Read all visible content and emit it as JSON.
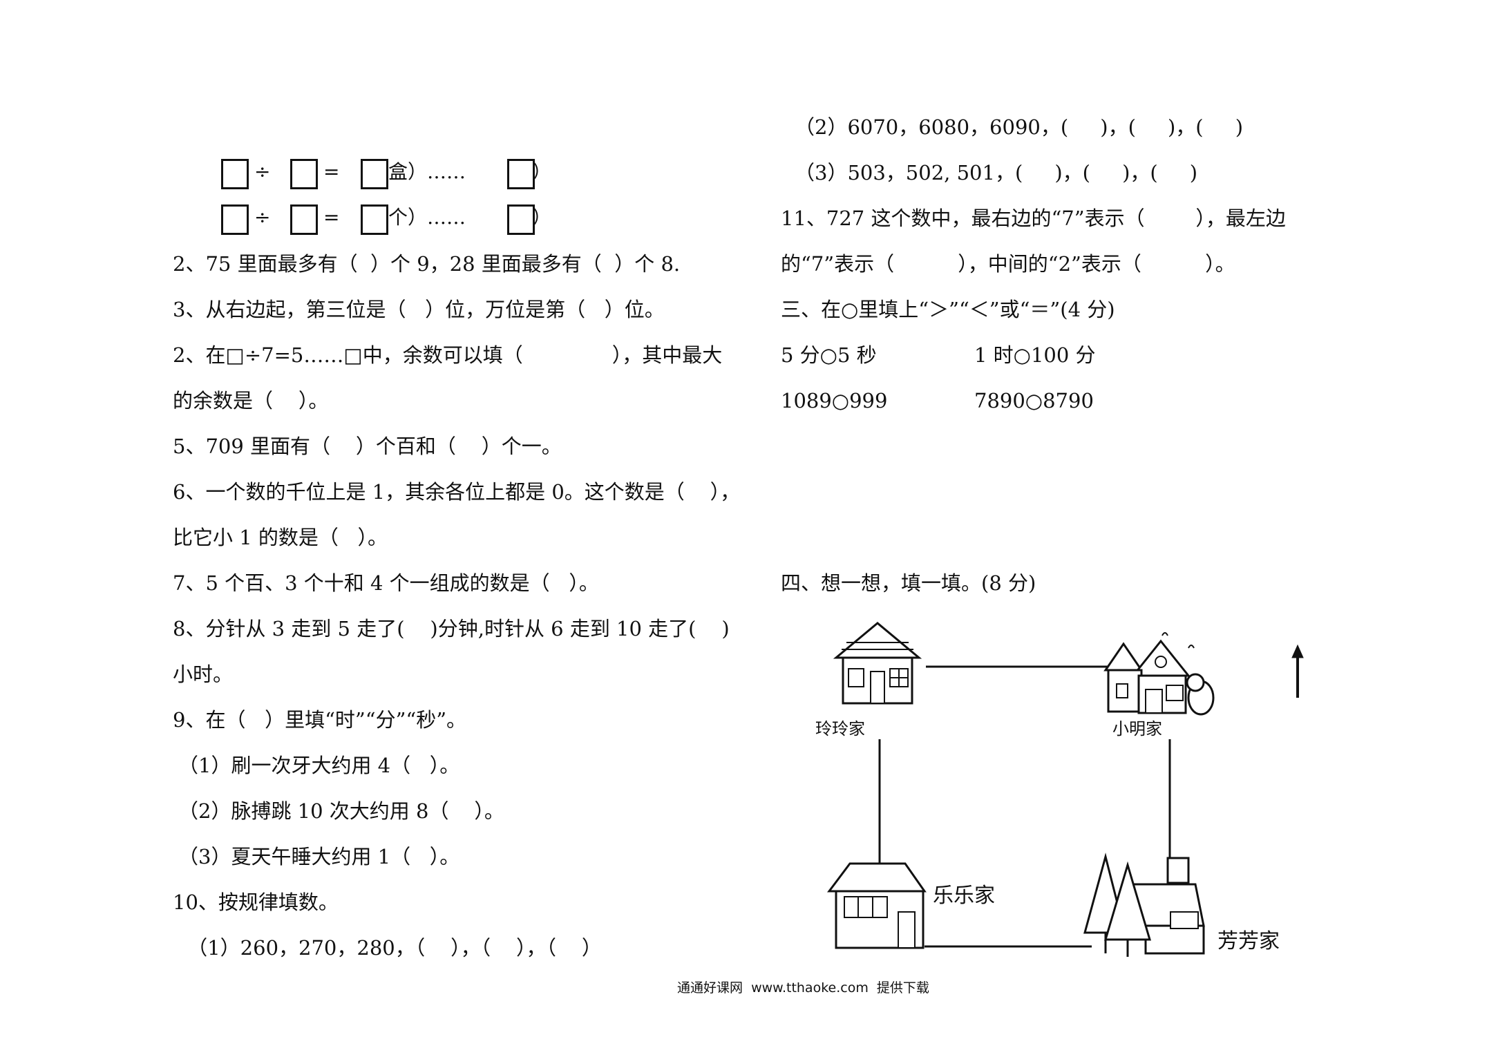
{
  "left": {
    "div_row1": {
      "op_div": "÷",
      "op_eq": "=",
      "unit": "盒）……",
      "tail": "）"
    },
    "div_row2": {
      "op_div": "÷",
      "op_eq": "=",
      "unit": "个）……",
      "tail": "）"
    },
    "lines": [
      "2、75 里面最多有（  ）个 9，28 里面最多有（  ）个 8.",
      "3、从右边起，第三位是（   ）位，万位是第（   ）位。",
      "2、在□÷7=5……□中，余数可以填（              ），其中最大",
      "的余数是（    ）。",
      "5、709 里面有（    ）个百和（    ）个一。",
      "6、一个数的千位上是 1，其余各位上都是 0。这个数是（    ），",
      "比它小 1 的数是（   ）。",
      "7、5 个百、3 个十和 4 个一组成的数是（   ）。",
      "8、分针从 3 走到 5 走了(    )分钟,时针从 6 走到 10 走了(    )",
      "小时。",
      "9、在（   ）里填“时”“分”“秒”。",
      "（1）刷一次牙大约用 4（   ）。",
      "（2）脉搏跳 10 次大约用 8（    ）。",
      "（3）夏天午睡大约用 1（   ）。",
      "10、按规律填数。",
      " （1）260，270，280，（    ），（    ），（    ）"
    ]
  },
  "right": {
    "lines": [
      "（2）6070，6080，6090，(     )，(     )，(     )",
      "（3）503，502, 501，(     )，(     )，(     )",
      "11、727 这个数中，最右边的“7”表示（        ），最左边",
      "的“7”表示（          ），中间的“2”表示（          ）。",
      "三、在○里填上“＞”“＜”或“＝”(4 分)"
    ],
    "compare": [
      "5 分○5 秒",
      "1 时○100 分",
      "1089○999",
      "7890○8790"
    ],
    "section4_title": "四、想一想，填一填。(8 分)"
  },
  "map": {
    "labels": {
      "lingling": "玲玲家",
      "xiaoming": "小明家",
      "lele": "乐乐家",
      "fangfang": "芳芳家"
    },
    "north_arrow_icon": "north-arrow-icon"
  },
  "footer": "通通好课网  www.tthaoke.com  提供下载"
}
